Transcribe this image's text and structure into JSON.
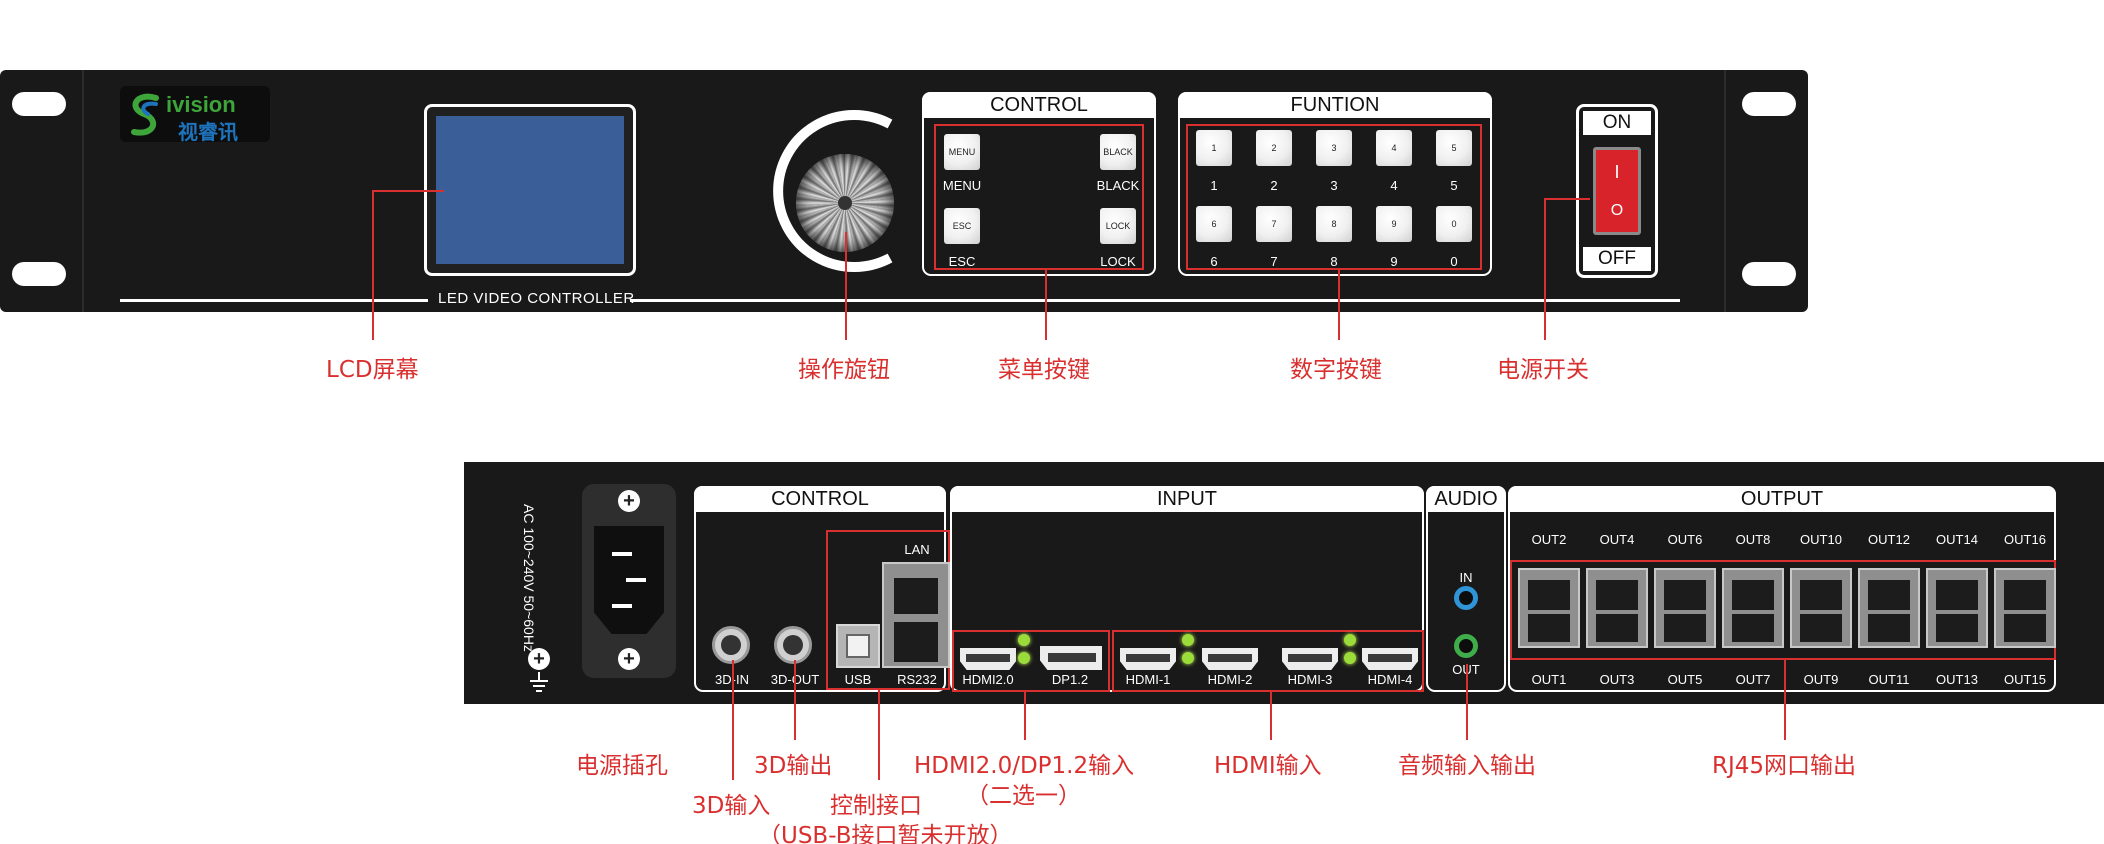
{
  "front": {
    "brand_name": "ivision",
    "brand_cn": "视睿讯",
    "model_label": "LED VIDEO CONTROLLER",
    "control_title": "CONTROL",
    "control_keys": [
      {
        "key": "MENU",
        "label": "MENU"
      },
      {
        "key": "BLACK",
        "label": "BLACK"
      },
      {
        "key": "ESC",
        "label": "ESC"
      },
      {
        "key": "LOCK",
        "label": "LOCK"
      }
    ],
    "function_title": "FUNTION",
    "number_keys_top": [
      "1",
      "2",
      "3",
      "4",
      "5"
    ],
    "number_keys_bottom": [
      "6",
      "7",
      "8",
      "9",
      "0"
    ],
    "power_on": "ON",
    "power_off": "OFF",
    "switch_on_mark": "I",
    "switch_off_mark": "O"
  },
  "front_callouts": {
    "lcd": "LCD屏幕",
    "knob": "操作旋钮",
    "menu_keys": "菜单按键",
    "number_keys": "数字按键",
    "power_switch": "电源开关"
  },
  "rear": {
    "power_rating": "AC 100~240V  50~60Hz",
    "control_title": "CONTROL",
    "input_title": "INPUT",
    "audio_title": "AUDIO",
    "output_title": "OUTPUT",
    "port_3d_in": "3D-IN",
    "port_3d_out": "3D-OUT",
    "port_usb": "USB",
    "port_rs232": "RS232",
    "port_lan": "LAN",
    "port_hdmi20": "HDMI2.0",
    "port_dp12": "DP1.2",
    "hdmi_ports": [
      "HDMI-1",
      "HDMI-2",
      "HDMI-3",
      "HDMI-4"
    ],
    "audio_in": "IN",
    "audio_out": "OUT",
    "outputs_top": [
      "OUT2",
      "OUT4",
      "OUT6",
      "OUT8",
      "OUT10",
      "OUT12",
      "OUT14",
      "OUT16"
    ],
    "outputs_bottom": [
      "OUT1",
      "OUT3",
      "OUT5",
      "OUT7",
      "OUT9",
      "OUT11",
      "OUT13",
      "OUT15"
    ]
  },
  "rear_callouts": {
    "power_socket": "电源插孔",
    "input_3d": "3D输入",
    "output_3d": "3D输出",
    "control_port": "控制接口",
    "control_port_note": "（USB-B接口暂未开放）",
    "hdmi_dp_input": "HDMI2.0/DP1.2输入",
    "hdmi_dp_note": "（二选一）",
    "hdmi_input": "HDMI输入",
    "audio_io": "音频输入输出",
    "rj45_output": "RJ45网口输出"
  },
  "colors": {
    "panel": "#191919",
    "callout_red": "#d9302f",
    "lcd_blue": "#3a5e98",
    "switch_red": "#d8232a"
  }
}
